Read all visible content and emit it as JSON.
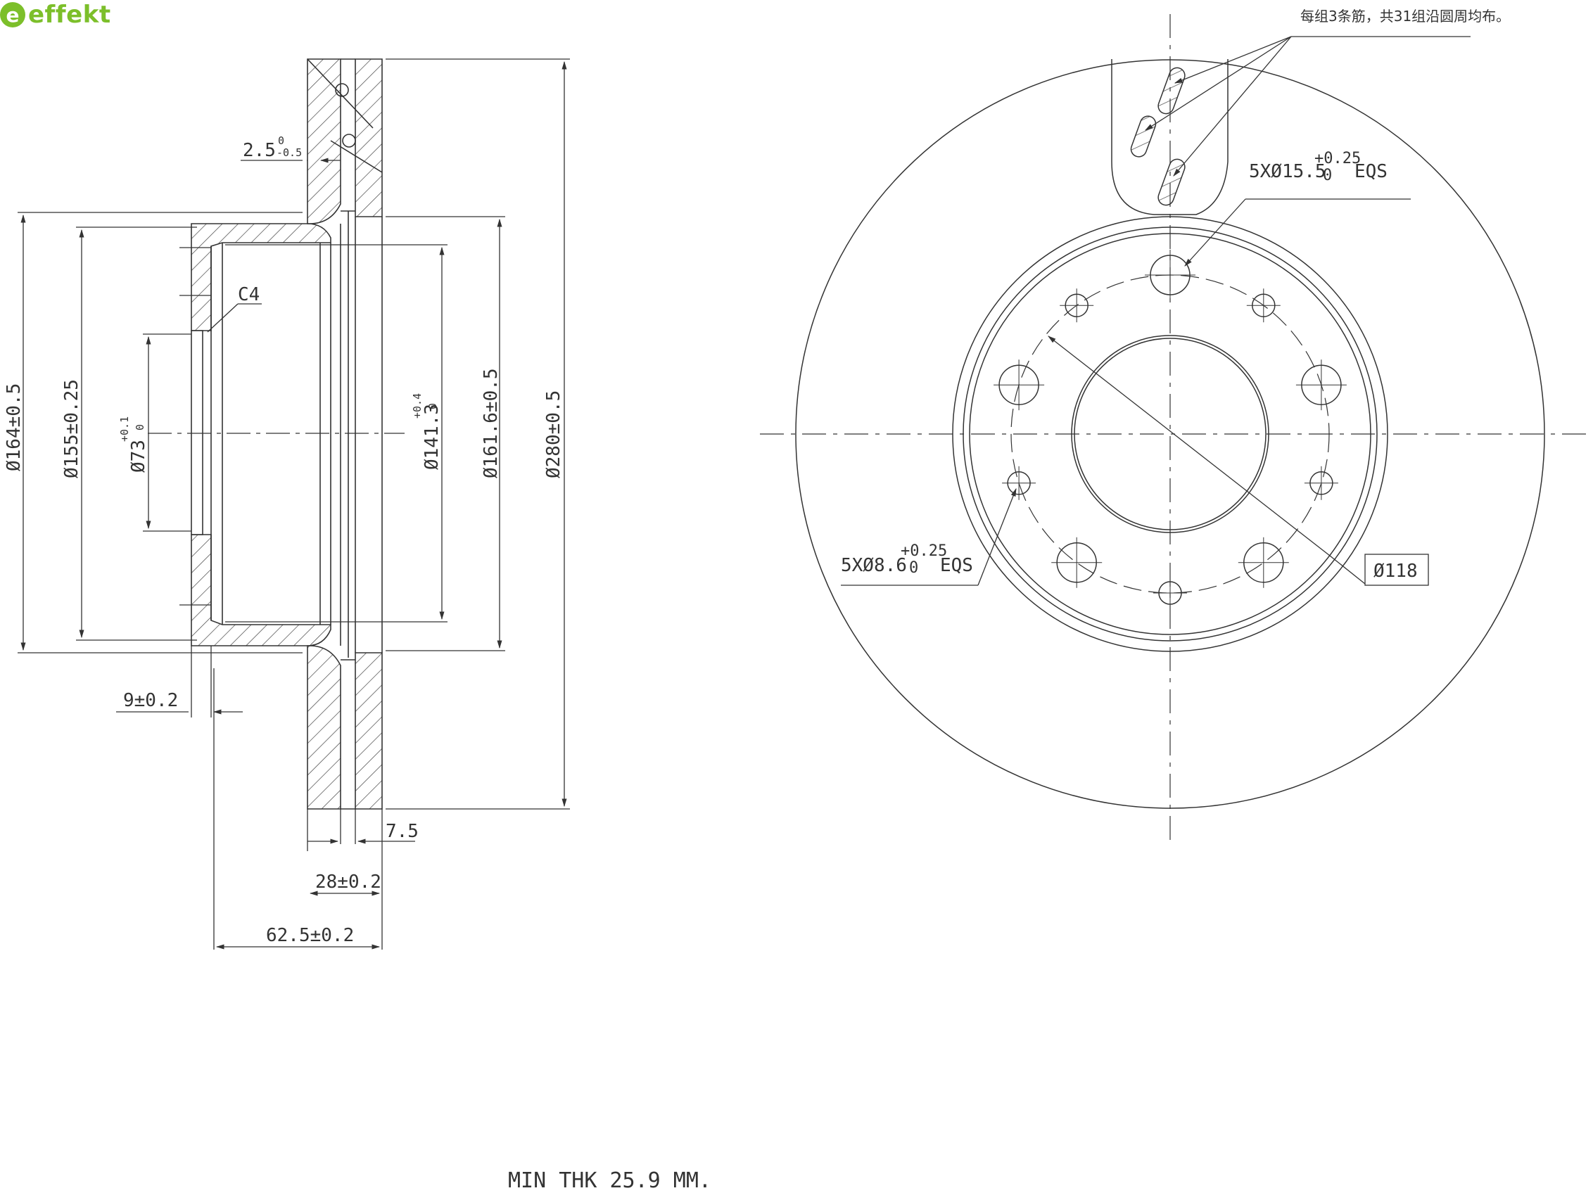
{
  "brand": {
    "name": "effekt",
    "mark": "e",
    "color": "#7cbf2a"
  },
  "colors": {
    "line": "#333333",
    "hatch": "#444444"
  },
  "labels": {
    "d164": "Ø164±0.5",
    "d155": "Ø155±0.25",
    "d73": "Ø73",
    "d73_tol": "+0.1",
    "d73_tol_low": "0",
    "d141": "Ø141.3",
    "d141_tol": "+0.4",
    "d141_tol_low": "0",
    "d161": "Ø161.6±0.5",
    "d280": "Ø280±0.5",
    "thk25": "2.5",
    "thk25_tol_up": "0",
    "thk25_tol_low": "-0.5",
    "chamfer": "C4",
    "hat9": "9±0.2",
    "vane75": "7.5",
    "disc28": "28±0.2",
    "offset62": "62.5±0.2",
    "holes_large": "5XØ15.5",
    "holes_large_tol": "+0.25",
    "holes_large_tol_low": "0",
    "holes_large_eqs": "EQS",
    "holes_small": "5XØ8.6",
    "holes_small_tol": "+0.25",
    "holes_small_tol_low": "0",
    "holes_small_eqs": "EQS",
    "pcd": "Ø118",
    "rib_note": "每组3条筋，共31组沿圆周均布。",
    "min_thk": "MIN THK 25.9 MM."
  }
}
